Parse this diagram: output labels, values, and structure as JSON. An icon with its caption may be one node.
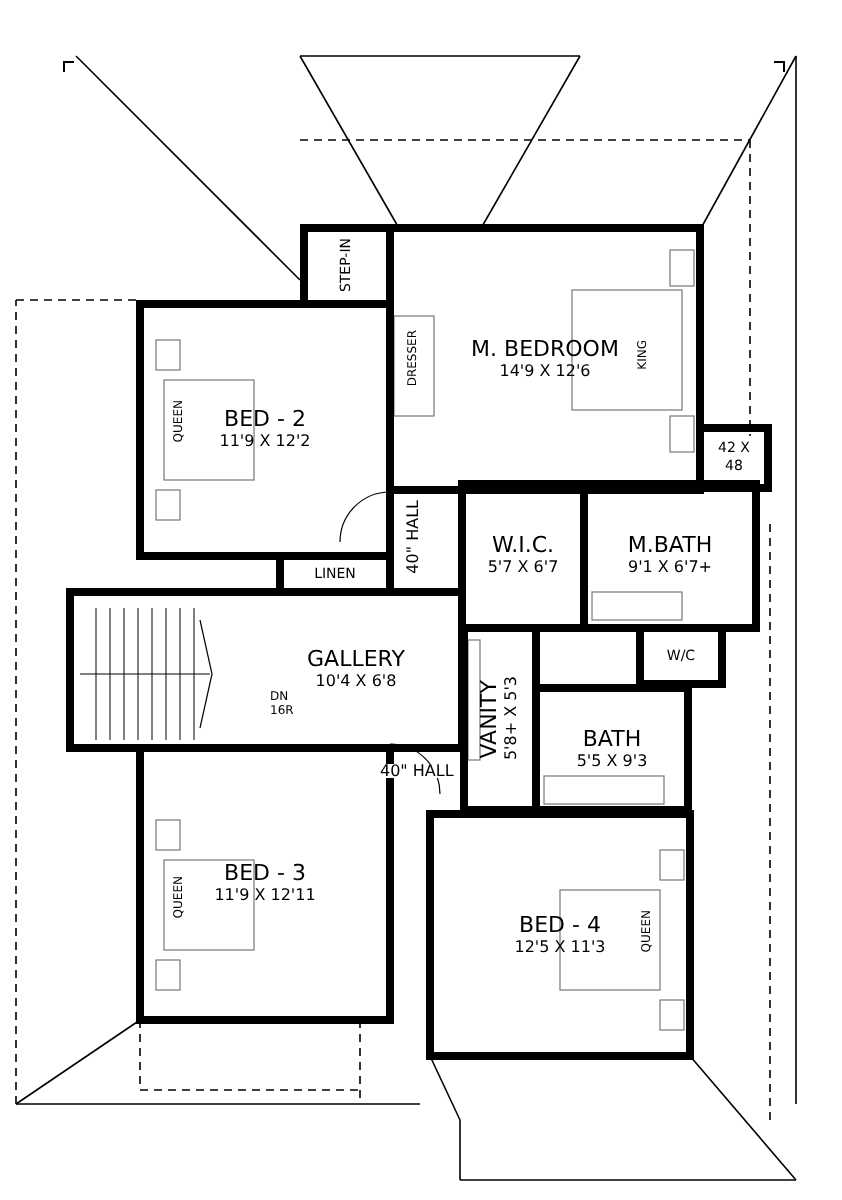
{
  "diagram": {
    "nodes": [
      {
        "text": [
          "M. BEDROOM",
          "14'9 X 12'6"
        ]
      },
      {
        "text": [
          "STEP-IN"
        ]
      },
      {
        "text": [
          "BED - 2",
          "11'9 X 12'2"
        ]
      },
      {
        "text": [
          "W.I.C.",
          "5'7 X 6'7"
        ]
      },
      {
        "text": [
          "M.BATH",
          "9'1 X 6'7+"
        ]
      },
      {
        "text": [
          "42 X 48"
        ]
      },
      {
        "text": [
          "LINEN"
        ]
      },
      {
        "text": [
          "GALLERY",
          "10'4 X 6'8"
        ]
      },
      {
        "text": [
          "VANITY",
          "5'8+ X 5'3"
        ]
      },
      {
        "text": [
          "BATH",
          "5'5 X 9'3"
        ]
      },
      {
        "text": [
          "W/C"
        ]
      },
      {
        "text": [
          "BED - 3",
          "11'9 X 12'11"
        ]
      },
      {
        "text": [
          "BED - 4",
          "12'5 X 11'3"
        ]
      }
    ],
    "labels": [
      "DRESSER",
      "KING",
      "QUEEN",
      "40\" HALL",
      "DN 16R",
      "40\" HALL",
      "QUEEN",
      "QUEEN"
    ]
  }
}
